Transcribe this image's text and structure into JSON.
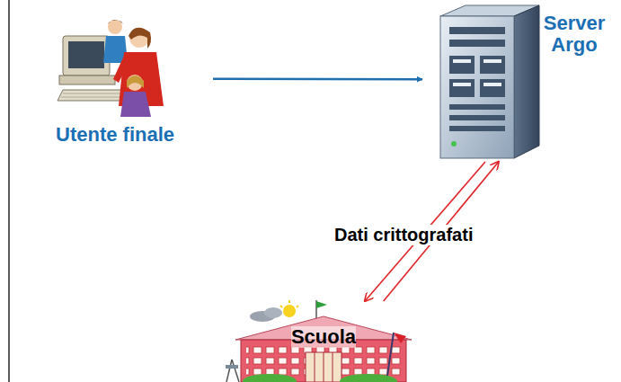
{
  "diagram": {
    "nodes": [
      {
        "text": [
          "Utente finale"
        ]
      },
      {
        "text": [
          "Server Argo"
        ]
      },
      {
        "text": [
          "Scuola"
        ]
      }
    ],
    "edges": [
      {
        "from": 0,
        "to": 1,
        "arrow": "to"
      },
      {
        "from": 1,
        "to": 2,
        "arrow": "to",
        "label": "Dati crittografati"
      },
      {
        "from": 2,
        "to": 1,
        "arrow": "to"
      }
    ]
  }
}
